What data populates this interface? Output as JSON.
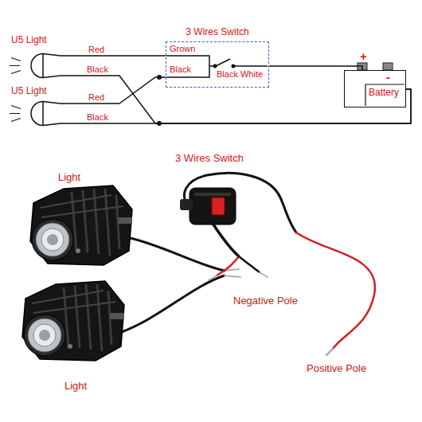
{
  "diagram": {
    "nodes": [
      {
        "text": [
          "U5 Light"
        ]
      },
      {
        "text": [
          "U5 Light"
        ]
      },
      {
        "text": [
          "3 Wires Switch",
          "Grown",
          "Black",
          "Black White"
        ]
      },
      {
        "text": [
          "Battery"
        ]
      }
    ],
    "edges": [
      {
        "from": 0,
        "to": 2,
        "label": "Red",
        "arrow": "none"
      },
      {
        "from": 0,
        "to": 3,
        "label": "Black",
        "arrow": "none"
      },
      {
        "from": 1,
        "to": 2,
        "label": "Red",
        "arrow": "none"
      },
      {
        "from": 1,
        "to": 3,
        "label": "Black",
        "arrow": "none"
      },
      {
        "from": 2,
        "to": 3,
        "arrow": "none"
      }
    ],
    "labels": [
      "+",
      "-",
      "Light",
      "3 Wires Switch",
      "Light",
      "Negative Pole",
      "Positive Pole"
    ]
  }
}
